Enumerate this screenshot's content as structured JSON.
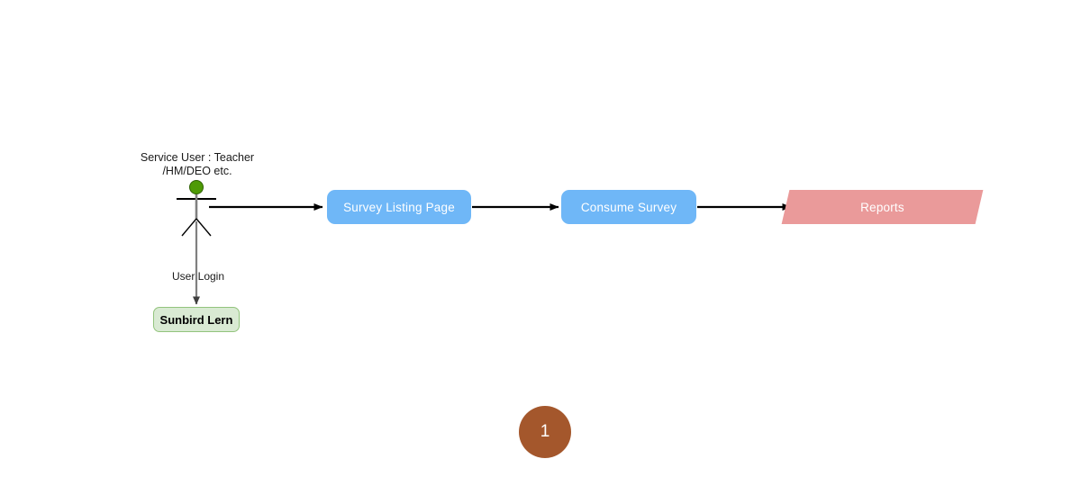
{
  "diagram": {
    "actor": {
      "name": "service-user-actor",
      "caption": "Service User : Teacher\n/HM/DEO etc.",
      "head_color": "#4e9a06"
    },
    "nodes": [
      {
        "id": "survey-listing-page",
        "label": "Survey Listing Page",
        "shape": "rounded-rect",
        "color": "#6fb7f7",
        "text_color": "#ffffff"
      },
      {
        "id": "consume-survey",
        "label": "Consume Survey",
        "shape": "rounded-rect",
        "color": "#6fb7f7",
        "text_color": "#ffffff"
      },
      {
        "id": "reports",
        "label": "Reports",
        "shape": "parallelogram",
        "color": "#ea9a9a",
        "text_color": "#ffffff"
      },
      {
        "id": "sunbird-lern",
        "label": "Sunbird Lern",
        "shape": "rounded-rect",
        "color": "#d9ead3",
        "border_color": "#93c47d",
        "text_color": "#000000"
      }
    ],
    "edges": [
      {
        "id": "actor-to-survey-listing",
        "label": "",
        "color": "#000000"
      },
      {
        "id": "survey-listing-to-consume-survey",
        "label": "",
        "color": "#000000"
      },
      {
        "id": "consume-survey-to-reports",
        "label": "",
        "color": "#000000"
      },
      {
        "id": "actor-to-sunbird-lern",
        "label": "User Login",
        "color": "#808080"
      }
    ],
    "page_badge": {
      "label": "1",
      "color": "#a4572c",
      "text_color": "#ffffff"
    }
  }
}
